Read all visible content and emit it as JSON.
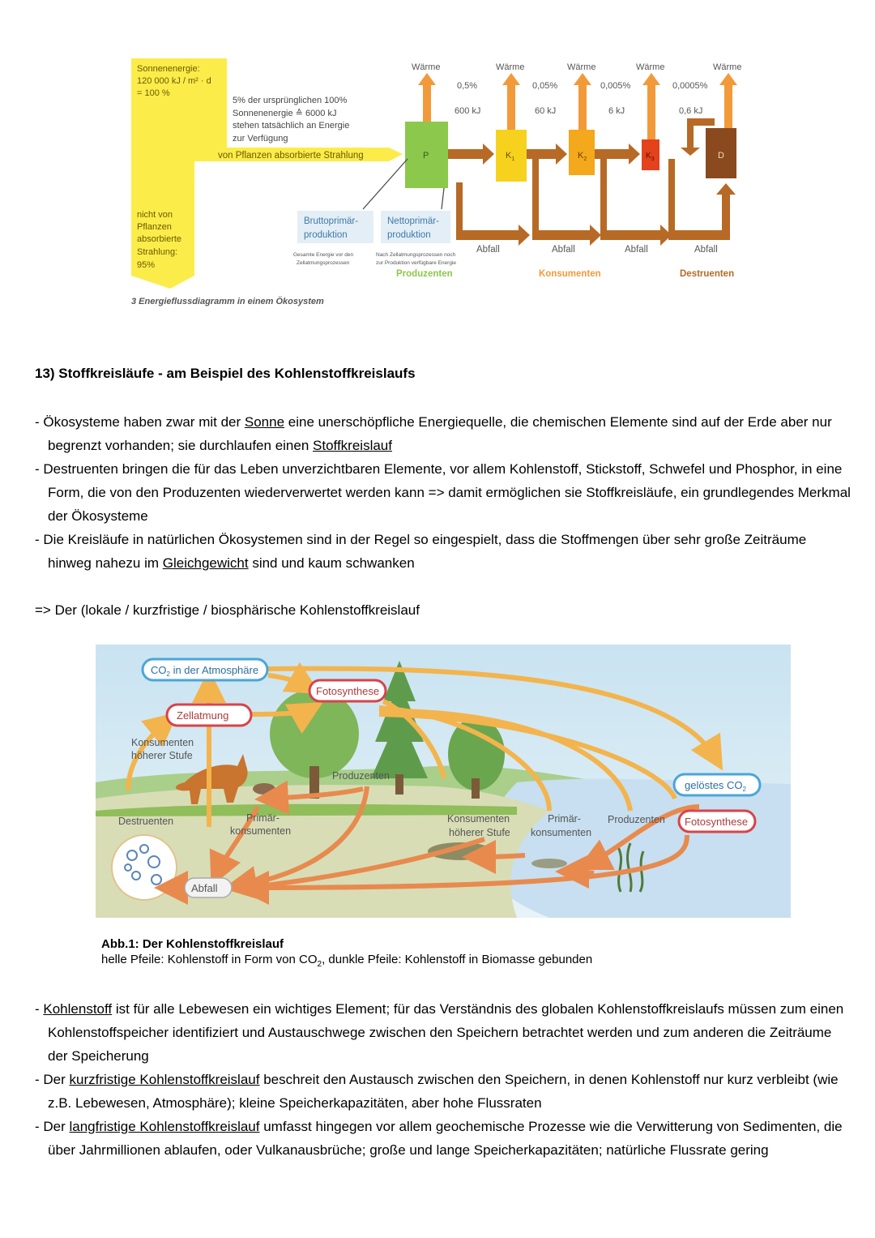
{
  "energy_diagram": {
    "sun_label_1": "Sonnenenergie:",
    "sun_label_2": "120 000 kJ / m² · d",
    "sun_label_3": "= 100 %",
    "available_1": "5% der ursprünglichen 100%",
    "available_2": "Sonnenenergie ≙ 6000 kJ",
    "available_3": "stehen tatsächlich an Energie",
    "available_4": "zur Verfügung",
    "absorbed": "von Pflanzen absorbierte Strahlung",
    "not_absorbed_1": "nicht von",
    "not_absorbed_2": "Pflanzen",
    "not_absorbed_3": "absorbierte",
    "not_absorbed_4": "Strahlung:",
    "not_absorbed_5": "95%",
    "heat": "Wärme",
    "pct_p": "0,5%",
    "kj_p": "600 kJ",
    "pct_k1": "0,05%",
    "kj_k1": "60 kJ",
    "pct_k2": "0,005%",
    "kj_k2": "6 kJ",
    "pct_k3": "0,0005%",
    "kj_k3": "0,6 kJ",
    "box_p": "P",
    "box_k1": "K",
    "box_k1_sub": "1",
    "box_k2": "K",
    "box_k2_sub": "2",
    "box_k3": "K",
    "box_k3_sub": "3",
    "box_d": "D",
    "brutto_1": "Bruttoprimär-",
    "brutto_2": "produktion",
    "brutto_note_1": "Gesamte Energie vor den",
    "brutto_note_2": "Zellatmungsprozessen",
    "netto_1": "Nettoprimär-",
    "netto_2": "produktion",
    "netto_note_1": "Nach Zellatmungsprozessen noch",
    "netto_note_2": "zur Produktion verfügbare Energie",
    "waste": "Abfall",
    "producers": "Produzenten",
    "consumers": "Konsumenten",
    "decomposers": "Destruenten",
    "caption": "3 Energieflussdiagramm in einem Ökosystem",
    "colors": {
      "sun": "#fbec4a",
      "producer": "#8cc84b",
      "k1": "#f6d21e",
      "k2": "#f4a81b",
      "k3": "#e3421d",
      "decomposer": "#8a4a1e",
      "heat_arrow": "#f29a3a",
      "flow_arrow": "#b66a25",
      "label_box": "#e4eef6"
    }
  },
  "section": {
    "heading": "13) Stoffkreisläufe - am Beispiel des Kohlenstoffkreislaufs",
    "b1_a": "- Ökosysteme haben zwar mit der ",
    "b1_u1": "Sonne",
    "b1_b": " eine unerschöpfliche Energiequelle, die chemischen Elemente sind auf der Erde aber nur begrenzt vorhanden; sie durchlaufen einen ",
    "b1_u2": "Stoffkreislauf",
    "b2": "- Destruenten bringen die für das Leben unverzichtbaren Elemente, vor allem Kohlenstoff, Stickstoff, Schwefel und Phosphor, in eine Form, die von den Produzenten wiederverwertet werden kann => damit ermöglichen sie Stoffkreisläufe, ein grundlegendes Merkmal der Ökosysteme",
    "b3_a": "- Die Kreisläufe in natürlichen Ökosystemen sind in der Regel so eingespielt, dass die Stoffmengen über sehr große Zeiträume hinweg nahezu im ",
    "b3_u": "Gleichgewicht",
    "b3_b": " sind und kaum schwanken",
    "subline": "=> Der (lokale / kurzfristige / biosphärische Kohlenstoffkreislauf"
  },
  "carbon_diagram": {
    "co2_atm_a": "CO",
    "co2_atm_sub": "2",
    "co2_atm_b": " in der Atmosphäre",
    "photosynthesis": "Fotosynthese",
    "respiration": "Zellatmung",
    "higher_consumers_1": "Konsumenten",
    "higher_consumers_2": "höherer Stufe",
    "producers": "Produzenten",
    "primary_1": "Primär-",
    "primary_2": "konsumenten",
    "decomposers": "Destruenten",
    "waste": "Abfall",
    "dissolved_a": "gelöstes CO",
    "dissolved_sub": "2",
    "water_higher_1": "Konsumenten",
    "water_higher_2": "höherer Stufe",
    "water_primary_1": "Primär-",
    "water_primary_2": "konsumenten",
    "water_producers": "Produzenten",
    "water_photosynthesis": "Fotosynthese"
  },
  "figure_caption": {
    "title": "Abb.1: Der Kohlenstoffkreislauf",
    "line_a": "helle Pfeile: Kohlenstoff in Form von CO",
    "line_sub": "2",
    "line_b": ", dunkle Pfeile: Kohlenstoff in Biomasse gebunden"
  },
  "section2": {
    "b1_u": "Kohlenstoff",
    "b1": " ist für alle Lebewesen ein wichtiges Element; für das Verständnis des globalen Kohlenstoffkreislaufs müssen zum einen Kohlenstoffspeicher identifiziert und Austauschwege zwischen den Speichern betrachtet werden und zum anderen die Zeiträume der Speicherung",
    "b2_a": "- Der ",
    "b2_u": "kurzfristige Kohlenstoffkreislauf",
    "b2_b": " beschreit den Austausch zwischen den Speichern, in denen Kohlenstoff nur kurz verbleibt (wie z.B. Lebewesen, Atmosphäre); kleine Speicherkapazitäten, aber hohe Flussraten",
    "b3_a": "- Der ",
    "b3_u": "langfristige Kohlenstoffkreislauf",
    "b3_b": " umfasst hingegen vor allem geochemische Prozesse wie die Verwitterung von Sedimenten, die über Jahrmillionen ablaufen, oder Vulkanausbrüche; große und lange Speicherkapazitäten; natürliche Flussrate gering"
  }
}
